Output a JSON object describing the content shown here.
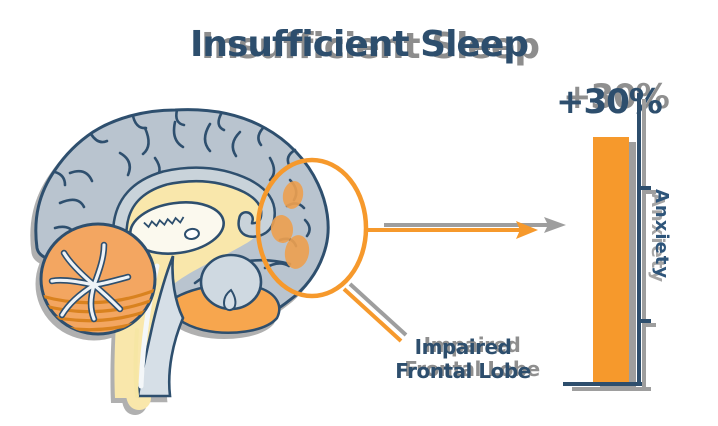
{
  "title": "Insufficient Sleep",
  "illustration": {
    "name": "sagittal-brain-cross-section",
    "highlight_region": "frontal-lobe",
    "colors": {
      "cortex_gray": "#b9c4cf",
      "outline_navy": "#2e4f6e",
      "inner_yellow": "#f9e7ab",
      "cerebellum_orange": "#f3a661",
      "cerebellum_dark_orange": "#d9821f",
      "pons_orange": "#f7a64e",
      "stem_gray": "#d6dfe7",
      "highlight_spot_orange": "#eea04f"
    }
  },
  "annotation": {
    "label_line1": "Impaired",
    "label_line2": "Frontal Lobe",
    "accent_color": "#F6992C",
    "shadow_color": "#9e9e9e"
  },
  "chart_data": {
    "type": "bar",
    "orientation": "vertical",
    "categories": [
      "Anxiety"
    ],
    "values": [
      30
    ],
    "value_labels": [
      "+30%"
    ],
    "title": "Insufficient Sleep",
    "xlabel": "",
    "ylabel": "",
    "bar_color": "#F6992C",
    "axis_color": "#2d4e6d",
    "axis_side": "right",
    "grid": false,
    "legend": false
  }
}
